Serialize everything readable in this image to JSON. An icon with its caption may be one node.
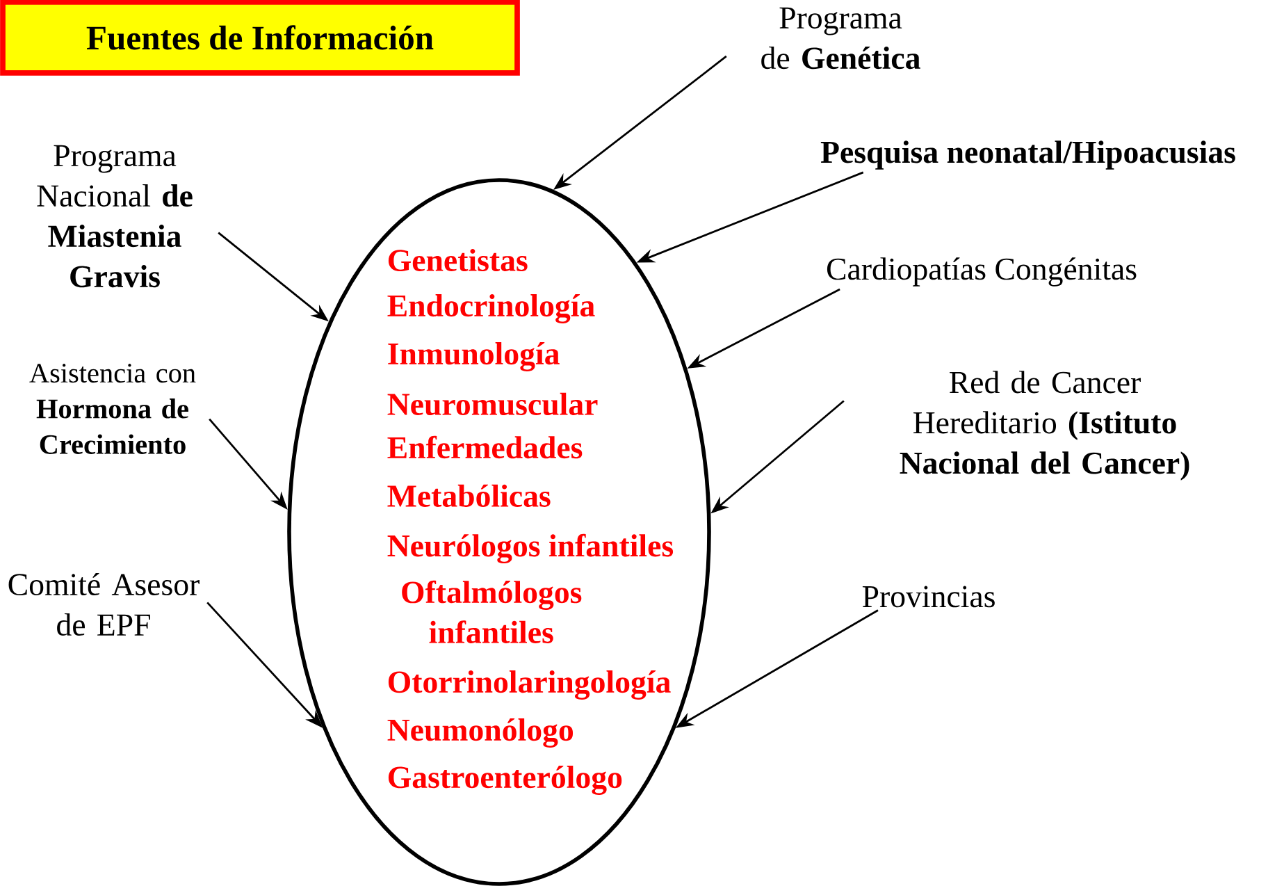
{
  "diagram": {
    "nodes": [
      {
        "text": [
          "Fuentes de Información"
        ]
      },
      {
        "text": [
          "Programa de **Genética**"
        ]
      },
      {
        "text": [
          "Pesquisa neonatal/Hipoacusias"
        ]
      },
      {
        "text": [
          "Programa Nacional **de Miastenia Gravis**"
        ]
      },
      {
        "text": [
          "Cardiopatías Congénitas"
        ]
      },
      {
        "text": [
          "Genetistas",
          "Endocrinología",
          "Inmunología",
          "Neuromuscular",
          "Enfermedades Metabólicas",
          "Neurólogos infantiles",
          "Oftalmólogos infantiles",
          "Otorrinolaringología",
          "Neumonólogo",
          "Gastroenterólogo"
        ]
      },
      {
        "text": [
          "Asistencia con **Hormona de Crecimiento**"
        ]
      },
      {
        "text": [
          "Red de Cancer Hereditario **(Istituto Nacional del Cancer)**"
        ]
      },
      {
        "text": [
          "Comité Asesor de EPF"
        ]
      },
      {
        "text": [
          "Provincias"
        ]
      }
    ],
    "edges": [
      {
        "from": 1,
        "to": 5,
        "arrow": "to"
      },
      {
        "from": 2,
        "to": 5,
        "arrow": "to"
      },
      {
        "from": 3,
        "to": 5,
        "arrow": "to"
      },
      {
        "from": 4,
        "to": 5,
        "arrow": "to"
      },
      {
        "from": 6,
        "to": 5,
        "arrow": "to"
      },
      {
        "from": 7,
        "to": 5,
        "arrow": "to"
      },
      {
        "from": 8,
        "to": 5,
        "arrow": "to"
      },
      {
        "from": 9,
        "to": 5,
        "arrow": "to"
      }
    ]
  }
}
